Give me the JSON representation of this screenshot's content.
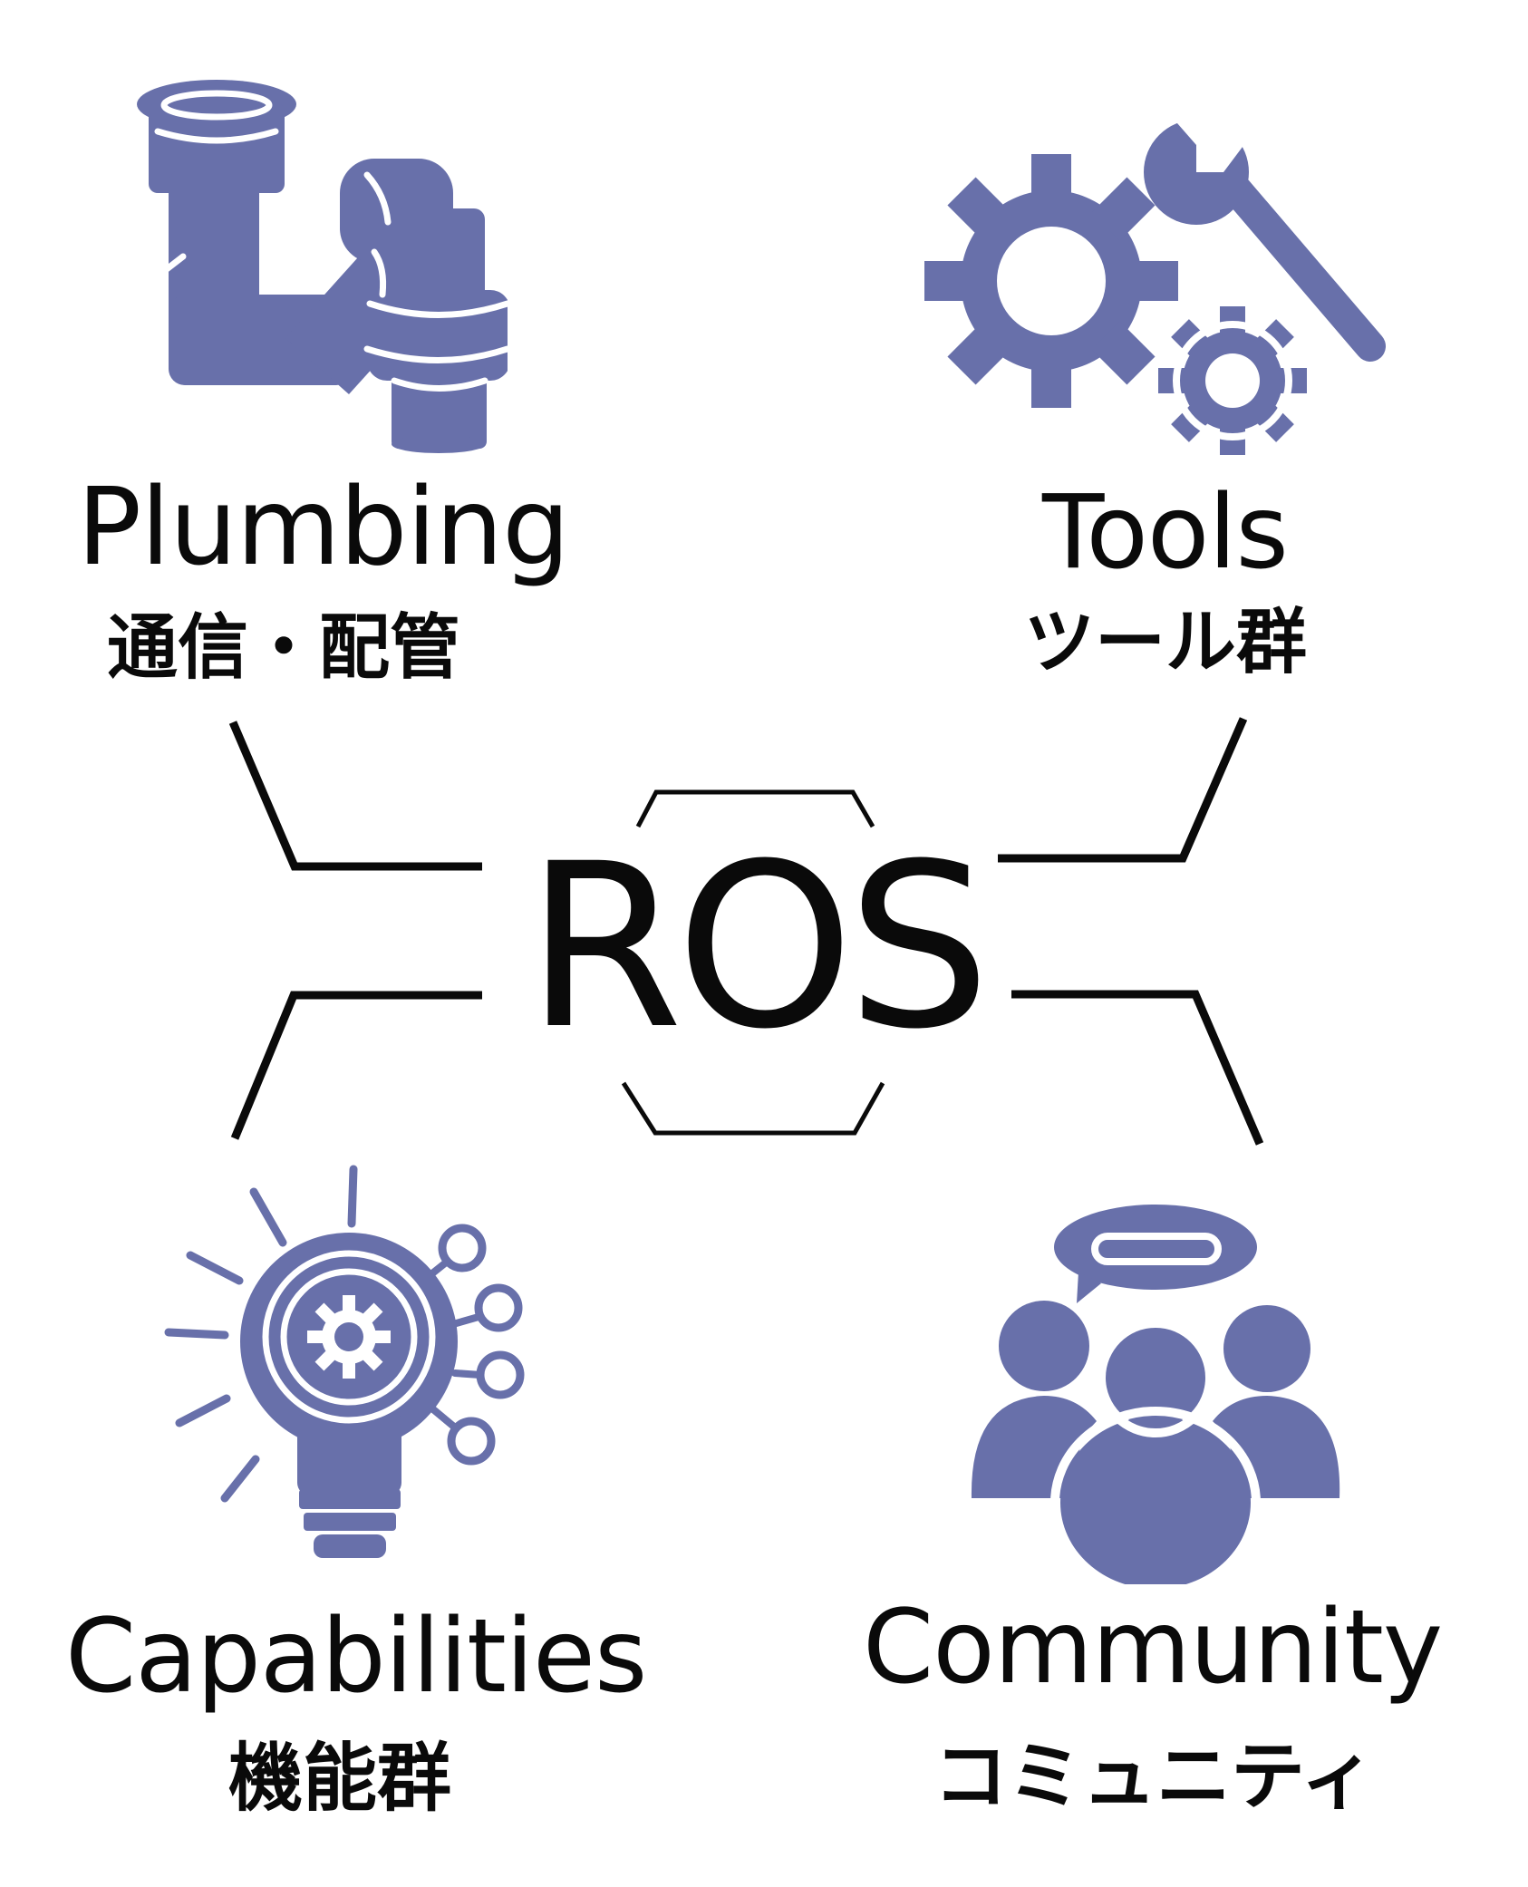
{
  "center": {
    "title": "ROS"
  },
  "nodes": [
    {
      "key": "plumbing",
      "label_en": "Plumbing",
      "label_ja": "通信・配管",
      "icon": "pipe-icon"
    },
    {
      "key": "tools",
      "label_en": "Tools",
      "label_ja": "ツール群",
      "icon": "gears-wrench-icon"
    },
    {
      "key": "capabilities",
      "label_en": "Capabilities",
      "label_ja": "機能群",
      "icon": "lightbulb-icon"
    },
    {
      "key": "community",
      "label_en": "Community",
      "label_ja": "コミュニティ",
      "icon": "people-icon"
    }
  ],
  "colors": {
    "icon_fill": "#6870AA",
    "line": "#0a0a0a",
    "text": "#0a0a0a",
    "background": "#ffffff"
  }
}
